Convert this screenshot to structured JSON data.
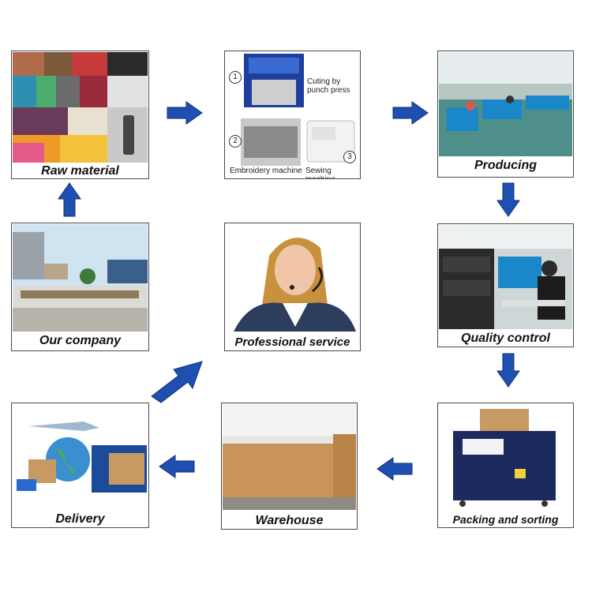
{
  "steps": {
    "raw_material": "Raw material",
    "producing": "Producing",
    "quality_control": "Quality control",
    "packing": "Packing and sorting",
    "warehouse": "Warehouse",
    "delivery": "Delivery",
    "service": "Professional service",
    "company": "Our company"
  },
  "machines": {
    "step1_num": "1",
    "step1_label": "Cuting by punch press",
    "step2_num": "2",
    "step2_label": "Embroidery machine",
    "step3_num": "3",
    "step3_label": "Sewing machine"
  },
  "colors": {
    "arrow": "#1f4fb0",
    "border": "#4a4a4a"
  }
}
